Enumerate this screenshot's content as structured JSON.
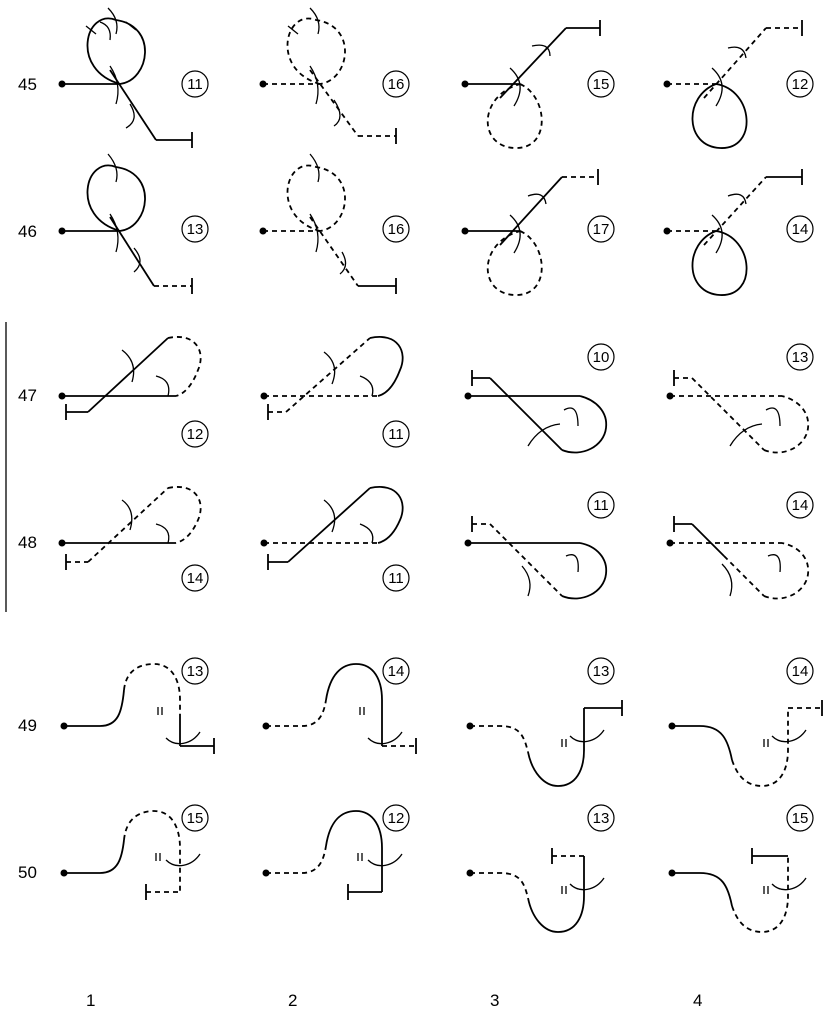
{
  "rows": [
    {
      "label": "45",
      "counts": [
        "11",
        "16",
        "15",
        "12"
      ]
    },
    {
      "label": "46",
      "counts": [
        "13",
        "16",
        "17",
        "14"
      ]
    },
    {
      "label": "47",
      "counts": [
        "12",
        "11",
        "10",
        "13"
      ]
    },
    {
      "label": "48",
      "counts": [
        "14",
        "11",
        "11",
        "14"
      ]
    },
    {
      "label": "49",
      "counts": [
        "13",
        "14",
        "13",
        "14"
      ]
    },
    {
      "label": "50",
      "counts": [
        "15",
        "12",
        "13",
        "15"
      ]
    }
  ],
  "columns": [
    "1",
    "2",
    "3",
    "4"
  ],
  "colors": {
    "ink": "#000000",
    "background": "#ffffff"
  }
}
